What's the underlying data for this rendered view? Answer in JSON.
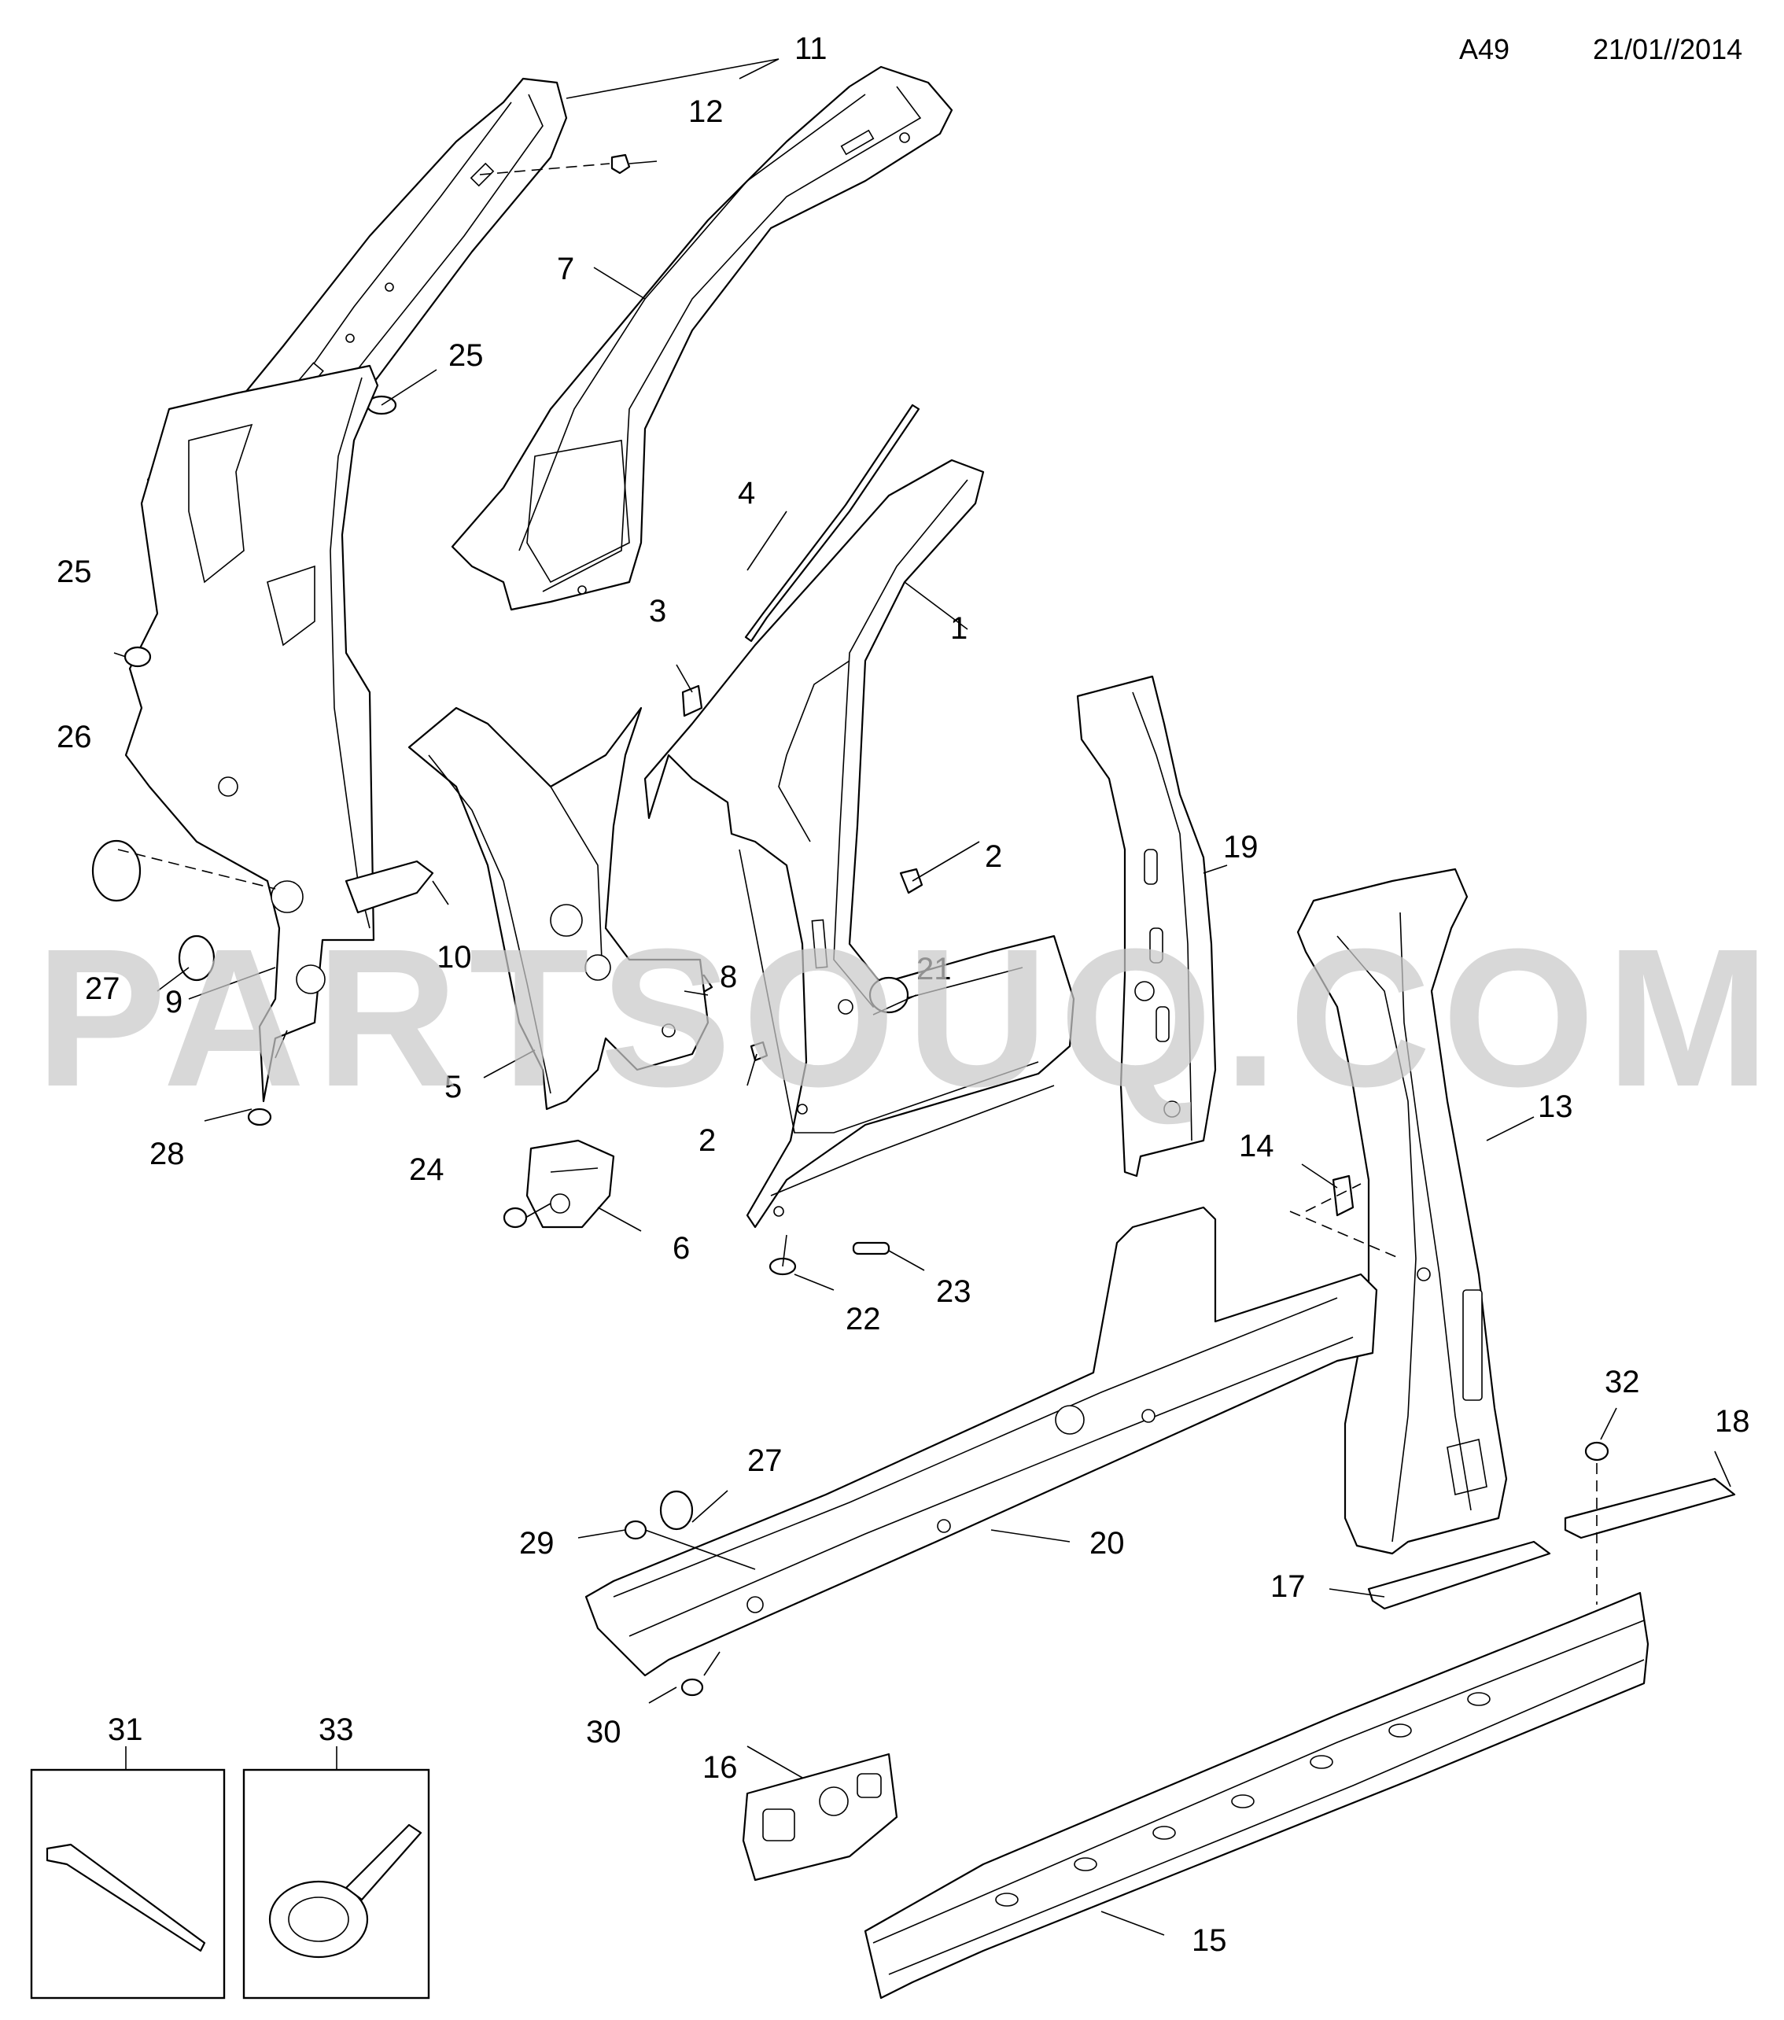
{
  "header": {
    "code": "A49",
    "date": "21/01//2014"
  },
  "watermark": {
    "text": "PARTSOUQ.COM"
  },
  "callouts": [
    {
      "id": "c1",
      "label": "1"
    },
    {
      "id": "c2a",
      "label": "2"
    },
    {
      "id": "c2b",
      "label": "2"
    },
    {
      "id": "c3",
      "label": "3"
    },
    {
      "id": "c4",
      "label": "4"
    },
    {
      "id": "c5",
      "label": "5"
    },
    {
      "id": "c6",
      "label": "6"
    },
    {
      "id": "c7",
      "label": "7"
    },
    {
      "id": "c8",
      "label": "8"
    },
    {
      "id": "c9",
      "label": "9"
    },
    {
      "id": "c10",
      "label": "10"
    },
    {
      "id": "c11",
      "label": "11"
    },
    {
      "id": "c12",
      "label": "12"
    },
    {
      "id": "c13",
      "label": "13"
    },
    {
      "id": "c14",
      "label": "14"
    },
    {
      "id": "c15",
      "label": "15"
    },
    {
      "id": "c16",
      "label": "16"
    },
    {
      "id": "c17",
      "label": "17"
    },
    {
      "id": "c18",
      "label": "18"
    },
    {
      "id": "c19",
      "label": "19"
    },
    {
      "id": "c20",
      "label": "20"
    },
    {
      "id": "c21",
      "label": "21"
    },
    {
      "id": "c22",
      "label": "22"
    },
    {
      "id": "c23",
      "label": "23"
    },
    {
      "id": "c24",
      "label": "24"
    },
    {
      "id": "c25a",
      "label": "25"
    },
    {
      "id": "c25b",
      "label": "25"
    },
    {
      "id": "c26",
      "label": "26"
    },
    {
      "id": "c27a",
      "label": "27"
    },
    {
      "id": "c27b",
      "label": "27"
    },
    {
      "id": "c28",
      "label": "28"
    },
    {
      "id": "c29",
      "label": "29"
    },
    {
      "id": "c30",
      "label": "30"
    },
    {
      "id": "c31",
      "label": "31"
    },
    {
      "id": "c32",
      "label": "32"
    },
    {
      "id": "c33",
      "label": "33"
    }
  ]
}
